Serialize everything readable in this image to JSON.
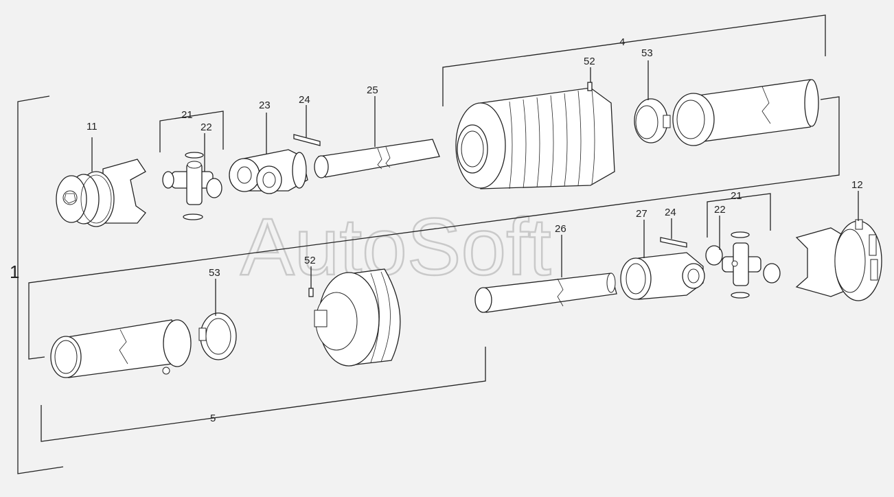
{
  "watermark": "AutoSoft",
  "labels": {
    "l1": "1",
    "l4": "4",
    "l5": "5",
    "l11": "11",
    "l12": "12",
    "l21a": "21",
    "l21b": "21",
    "l22a": "22",
    "l22b": "22",
    "l23": "23",
    "l24a": "24",
    "l24b": "24",
    "l25": "25",
    "l26": "26",
    "l27": "27",
    "l52a": "52",
    "l52b": "52",
    "l53a": "53",
    "l53b": "53"
  }
}
